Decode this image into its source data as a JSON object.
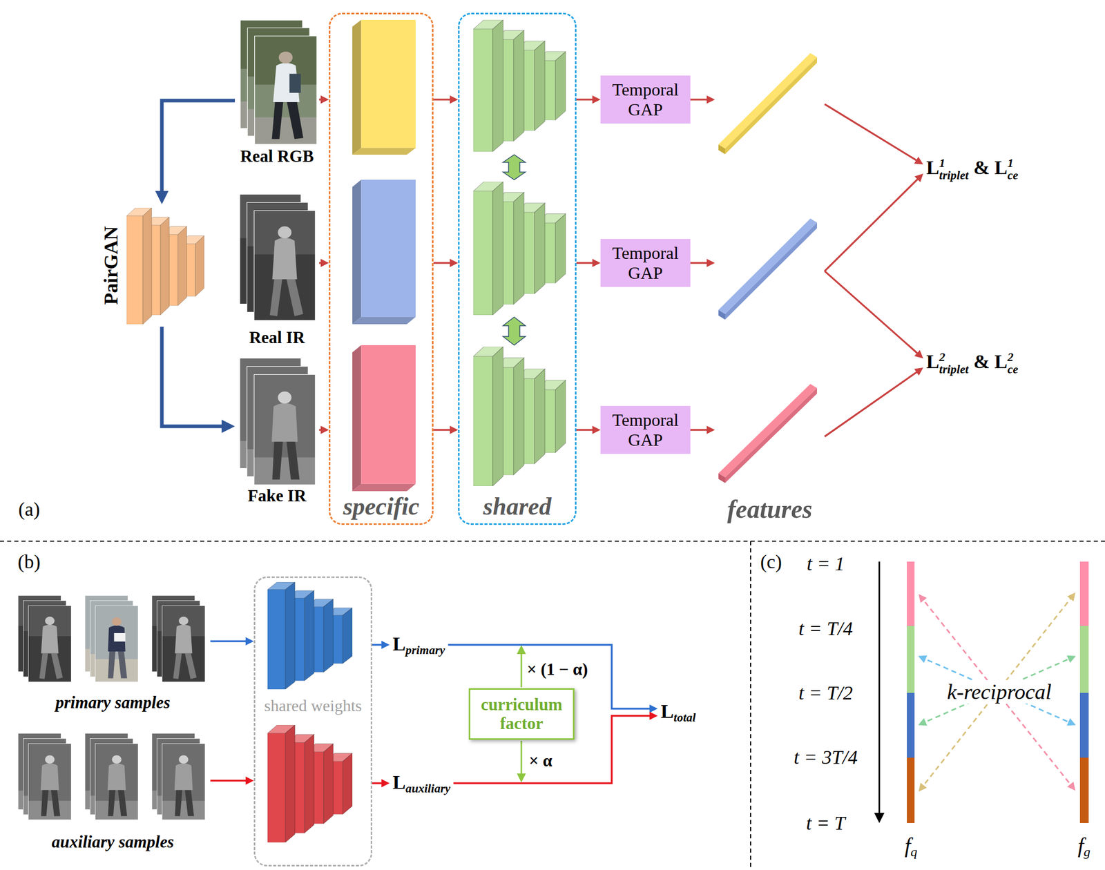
{
  "diagram": {
    "nodes": [
      {
        "text": [
          "Real RGB"
        ]
      },
      {
        "text": [
          "PairGAN"
        ]
      },
      {
        "text": [
          "Real IR"
        ]
      },
      {
        "text": [
          "Fake IR"
        ]
      },
      {
        "text": [
          "specific"
        ]
      },
      {
        "text": [
          "shared"
        ]
      },
      {
        "text": [
          "Temporal GAP"
        ]
      },
      {
        "text": [
          "Temporal GAP"
        ]
      },
      {
        "text": [
          "Temporal GAP"
        ]
      },
      {
        "text": [
          "features"
        ]
      },
      {
        "text": [
          "L1triplet & L1ce"
        ]
      },
      {
        "text": [
          "L2triplet & L2ce"
        ]
      },
      {
        "text": [
          "primary samples"
        ]
      },
      {
        "text": [
          "auxiliary samples"
        ]
      },
      {
        "text": [
          "shared weights"
        ]
      },
      {
        "text": [
          "Lprimary"
        ]
      },
      {
        "text": [
          "curriculum factor"
        ]
      },
      {
        "text": [
          "Lauxiliary"
        ]
      },
      {
        "text": [
          "Ltotal"
        ]
      }
    ],
    "edges": [
      {
        "from": 0,
        "to": 1,
        "arrow": "to"
      },
      {
        "from": 1,
        "to": 3,
        "arrow": "to"
      },
      {
        "from": 0,
        "to": 4,
        "arrow": "to"
      },
      {
        "from": 2,
        "to": 4,
        "arrow": "to"
      },
      {
        "from": 3,
        "to": 4,
        "arrow": "to"
      },
      {
        "from": 4,
        "to": 5,
        "arrow": "to"
      },
      {
        "from": 4,
        "to": 5,
        "arrow": "to"
      },
      {
        "from": 4,
        "to": 5,
        "arrow": "to"
      },
      {
        "from": 5,
        "to": 6,
        "arrow": "to"
      },
      {
        "from": 5,
        "to": 7,
        "arrow": "to"
      },
      {
        "from": 5,
        "to": 8,
        "arrow": "to"
      },
      {
        "from": 6,
        "to": 9,
        "arrow": "to"
      },
      {
        "from": 7,
        "to": 9,
        "arrow": "to"
      },
      {
        "from": 8,
        "to": 9,
        "arrow": "to"
      },
      {
        "from": 9,
        "to": 10,
        "arrow": "to"
      },
      {
        "from": 9,
        "to": 10,
        "arrow": "to"
      },
      {
        "from": 9,
        "to": 11,
        "arrow": "to"
      },
      {
        "from": 9,
        "to": 11,
        "arrow": "to"
      },
      {
        "from": 12,
        "to": 14,
        "arrow": "to"
      },
      {
        "from": 14,
        "to": 15,
        "arrow": "to"
      },
      {
        "from": 13,
        "to": 14,
        "arrow": "to"
      },
      {
        "from": 14,
        "to": 17,
        "arrow": "to"
      },
      {
        "from": 15,
        "to": 18,
        "arrow": "to"
      },
      {
        "from": 17,
        "to": 18,
        "arrow": "to"
      }
    ],
    "labels": [
      "(a)",
      "(b)",
      "(c)",
      "× (1 − α)",
      "× α",
      "t = 1",
      "t = T/4",
      "t = T/2",
      "t = 3T/4",
      "t = T",
      "k-reciprocal",
      "fq",
      "fg"
    ]
  }
}
